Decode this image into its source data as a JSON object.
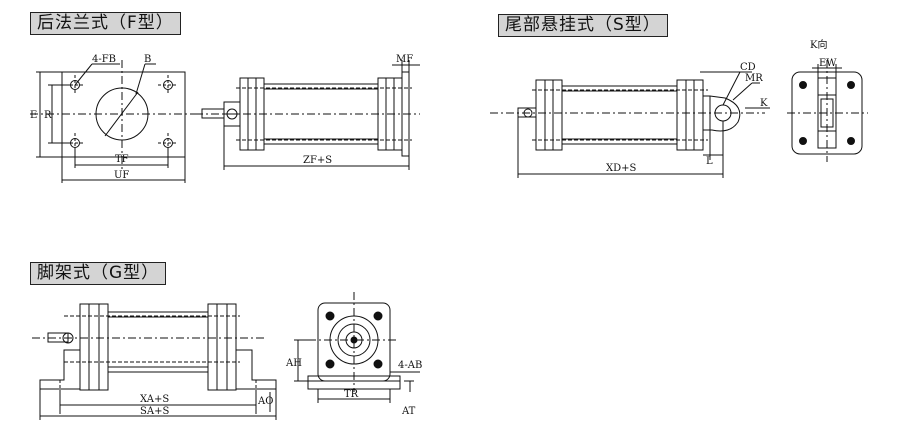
{
  "sections": {
    "flange": {
      "title": "后法兰式（F型）"
    },
    "tail": {
      "title": "尾部悬挂式（S型）"
    },
    "foot": {
      "title": "脚架式（G型）"
    }
  },
  "labels": {
    "fb": "4-FB",
    "b": "B",
    "e": "E",
    "r": "R",
    "tf": "TF",
    "uf": "UF",
    "mf": "MF",
    "zf": "ZF+S",
    "cd": "CD",
    "mr": "MR",
    "k": "K",
    "l": "L",
    "xd": "XD+S",
    "kdir": "K向",
    "ew": "EW",
    "xa": "XA+S",
    "sa": "SA+S",
    "ao": "AO",
    "ah": "AH",
    "ab": "4-AB",
    "tr": "TR",
    "at": "AT"
  }
}
